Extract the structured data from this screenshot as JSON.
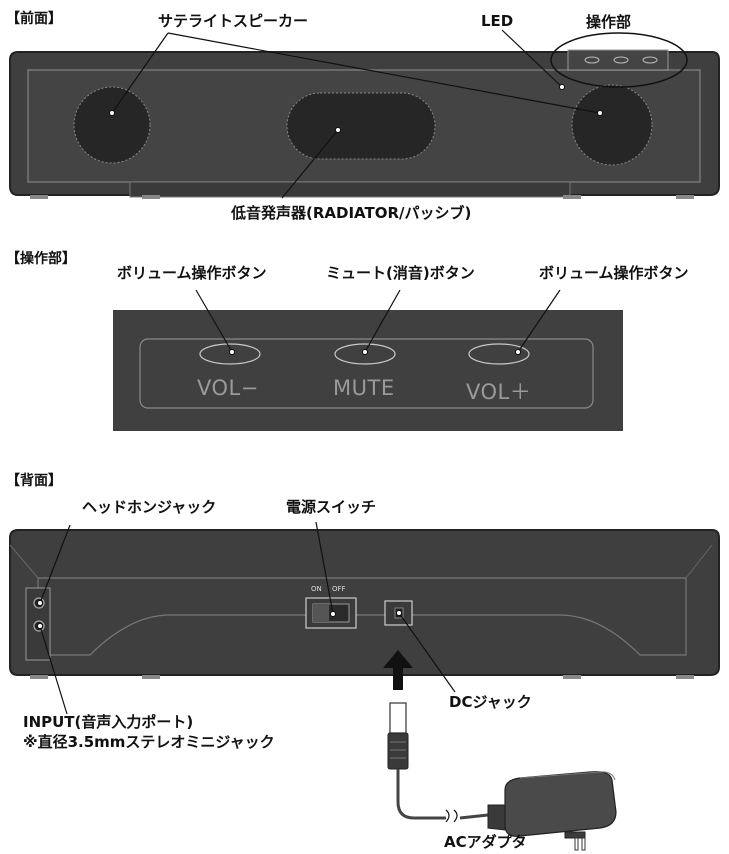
{
  "front": {
    "section_title": "【前面】",
    "satellite_label": "サテライトスピーカー",
    "led_label": "LED",
    "controls_label": "操作部",
    "radiator_label": "低音発声器(RADIATOR/パッシブ)"
  },
  "controls": {
    "section_title": "【操作部】",
    "vol_btn_label_left": "ボリューム操作ボタン",
    "mute_btn_label": "ミュート(消音)ボタン",
    "vol_btn_label_right": "ボリューム操作ボタン",
    "panel_vol_minus": "VOL−",
    "panel_mute": "MUTE",
    "panel_vol_plus": "VOL＋"
  },
  "back": {
    "section_title": "【背面】",
    "headphone_label": "ヘッドホンジャック",
    "power_switch_label": "電源スイッチ",
    "switch_on": "ON",
    "switch_off": "OFF",
    "input_label": "INPUT(音声入力ポート)",
    "input_note": "※直径3.5mmステレオミニジャック",
    "dc_jack_label": "DCジャック",
    "ac_adapter_label": "ACアダプタ"
  },
  "colors": {
    "device_body": "#3f3f3f",
    "device_border": "#222222",
    "speaker_grille": "#262626",
    "panel_text": "#9a9a9a"
  }
}
